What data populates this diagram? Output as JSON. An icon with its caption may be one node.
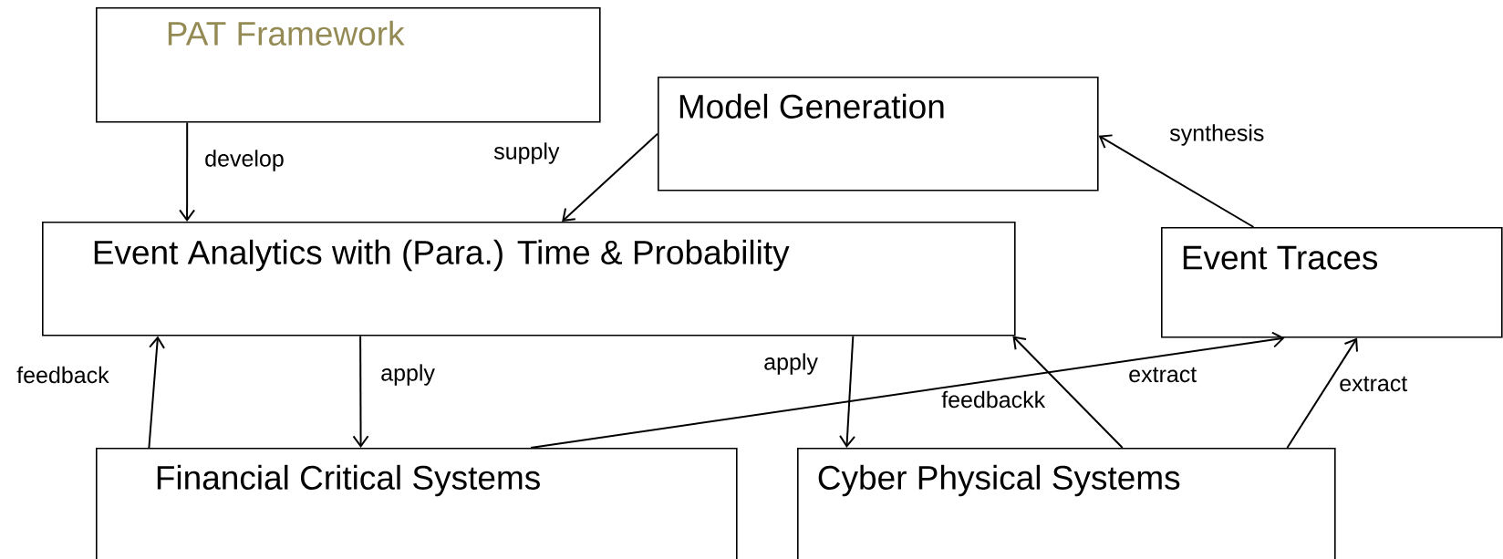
{
  "diagram": {
    "nodes": [
      {
        "text": [
          "PAT Framework"
        ]
      },
      {
        "text": [
          "Model Generation"
        ]
      },
      {
        "text": [
          "Event Analytics with (Para.) Time & Probability"
        ]
      },
      {
        "text": [
          "Event Traces"
        ]
      },
      {
        "text": [
          "Financial Critical Systems"
        ]
      },
      {
        "text": [
          "Cyber Physical Systems"
        ]
      }
    ],
    "edges": [
      {
        "from": 0,
        "to": 2,
        "arrow": "to",
        "label": "develop"
      },
      {
        "from": 1,
        "to": 2,
        "arrow": "to",
        "label": "supply"
      },
      {
        "from": 3,
        "to": 1,
        "arrow": "to",
        "label": "synthesis"
      },
      {
        "from": 4,
        "to": 2,
        "arrow": "to",
        "label": "feedback"
      },
      {
        "from": 2,
        "to": 4,
        "arrow": "to",
        "label": "apply"
      },
      {
        "from": 2,
        "to": 5,
        "arrow": "to",
        "label": "apply"
      },
      {
        "from": 4,
        "to": 3,
        "arrow": "to",
        "label": "extract"
      },
      {
        "from": 5,
        "to": 2,
        "arrow": "to",
        "label": "feedbackk"
      },
      {
        "from": 5,
        "to": 3,
        "arrow": "to",
        "label": "extract"
      }
    ]
  }
}
